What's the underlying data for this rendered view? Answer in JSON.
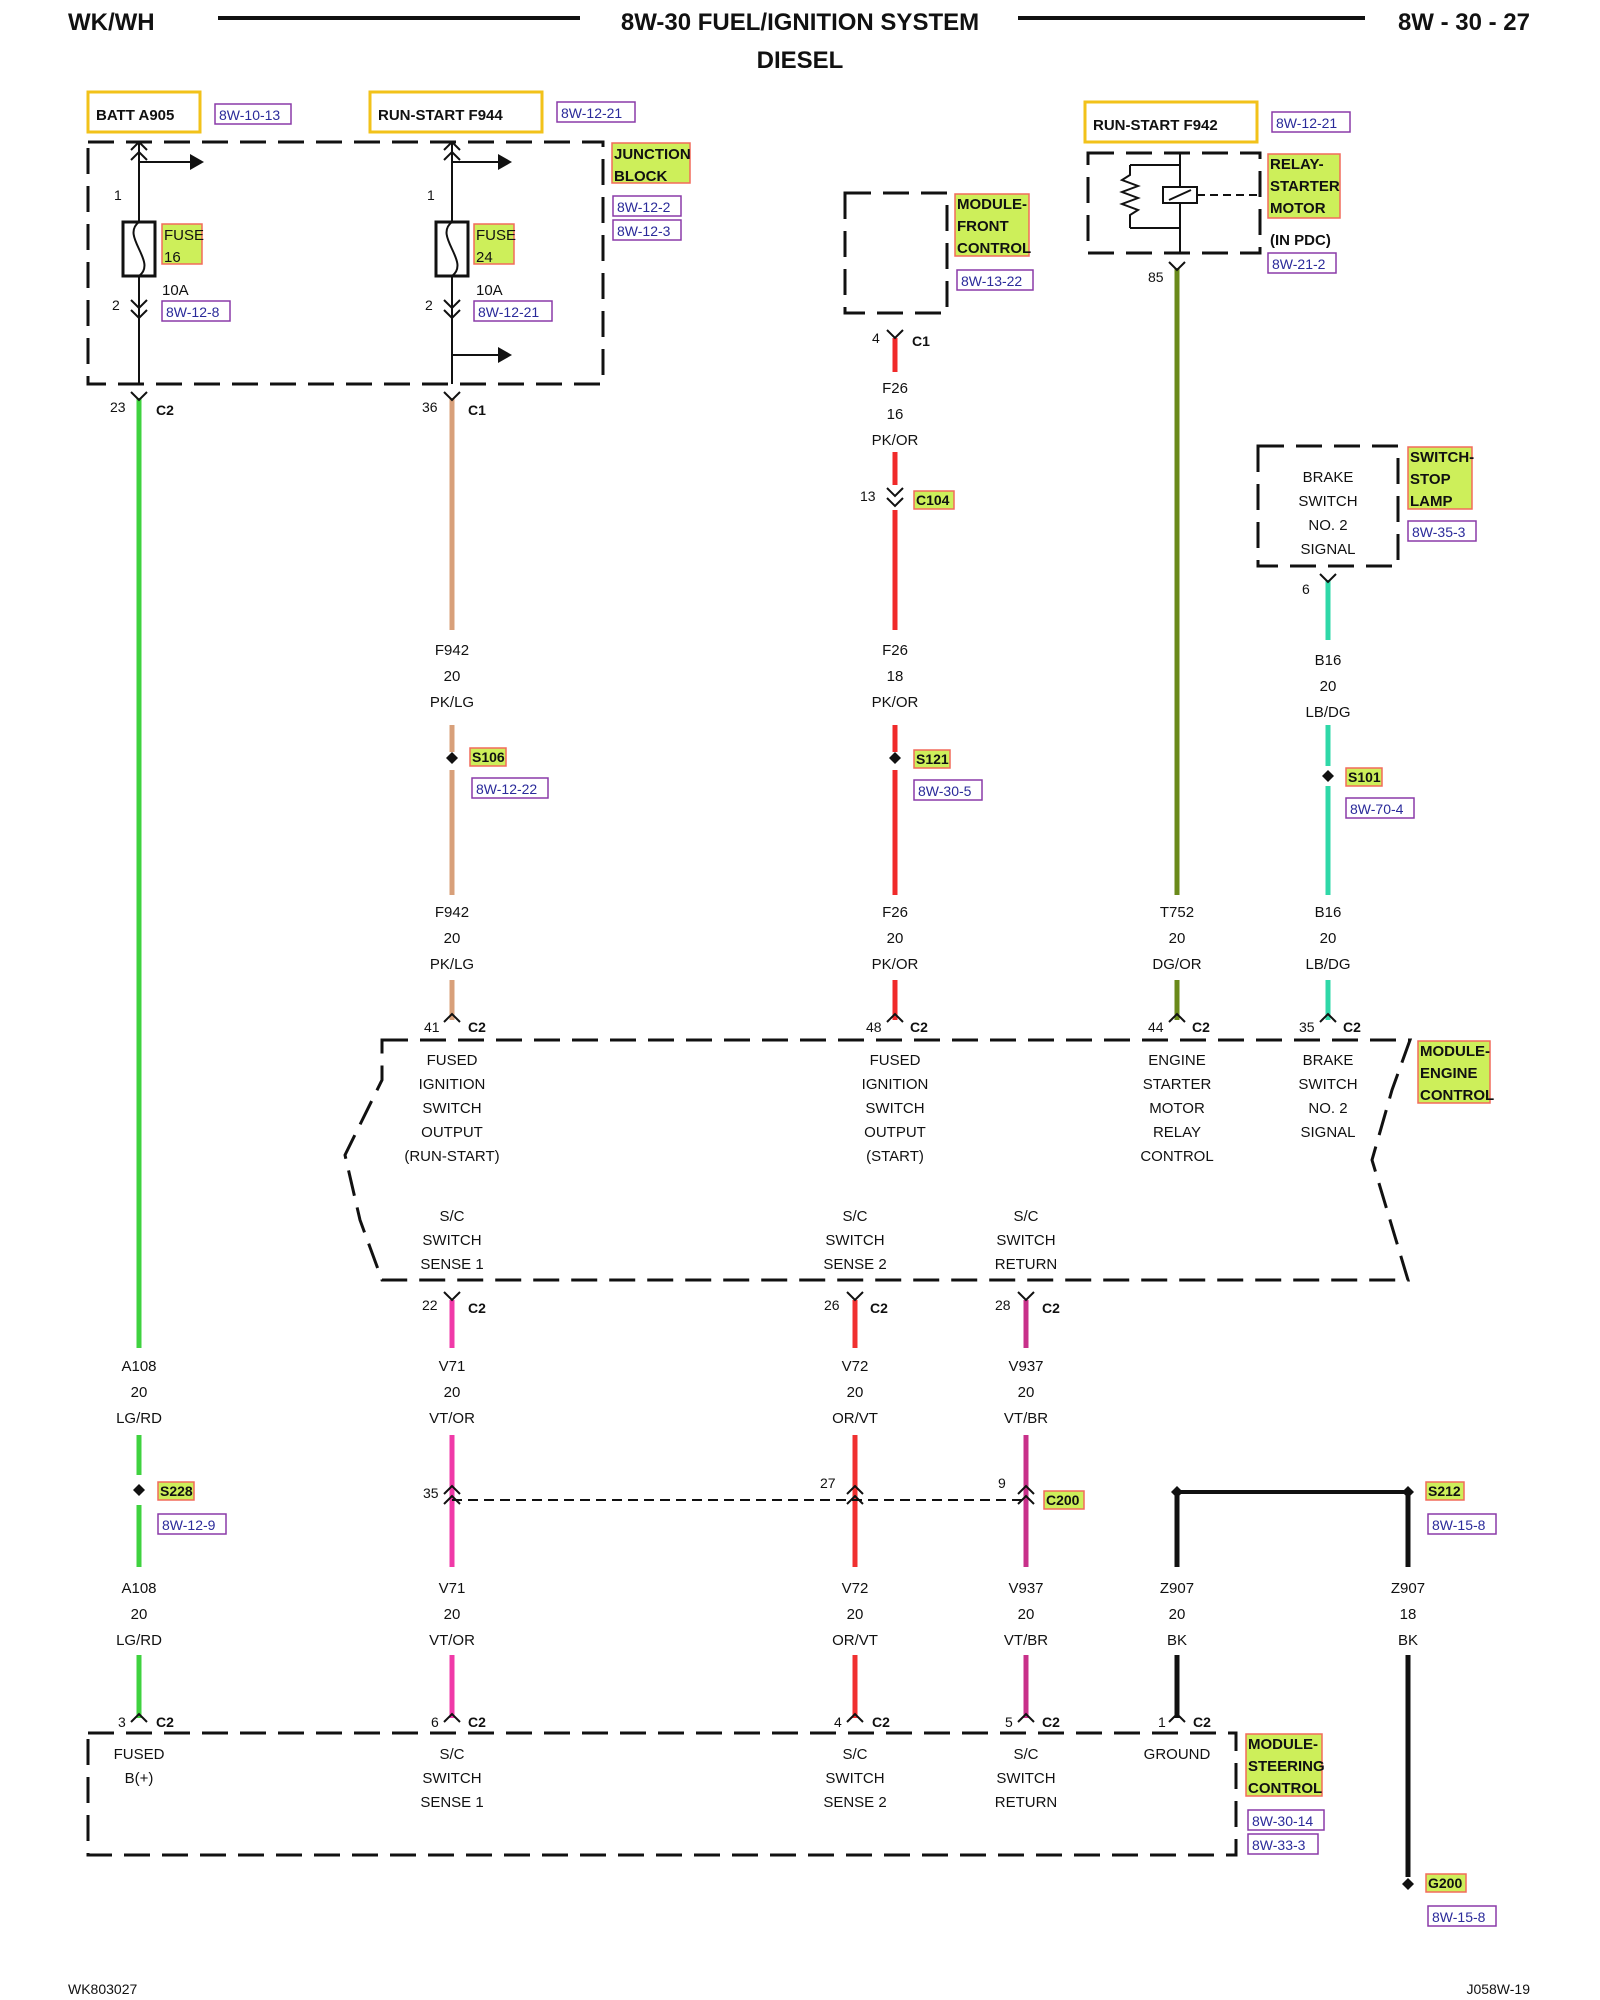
{
  "header": {
    "left": "WK/WH",
    "title": "8W-30 FUEL/IGNITION SYSTEM",
    "subtitle": "DIESEL",
    "page": "8W - 30 - 27"
  },
  "footer": {
    "left": "WK803027",
    "right": "J058W-19"
  },
  "sources": {
    "batt": {
      "label": "BATT A905",
      "ref": "8W-10-13"
    },
    "runstart_f944": {
      "label": "RUN-START F944",
      "ref": "8W-12-21"
    },
    "runstart_f942": {
      "label": "RUN-START F942",
      "ref": "8W-12-21"
    }
  },
  "junction_block": {
    "name": [
      "JUNCTION",
      "BLOCK"
    ],
    "refs": [
      "8W-12-2",
      "8W-12-3"
    ],
    "fuse16": {
      "word": "FUSE",
      "num": "16",
      "amp": "10A",
      "ref": "8W-12-8",
      "pin_top": "1",
      "pin_bot": "2"
    },
    "fuse24": {
      "word": "FUSE",
      "num": "24",
      "amp": "10A",
      "ref": "8W-12-21",
      "pin_top": "1",
      "pin_bot": "2"
    }
  },
  "module_front": {
    "name": [
      "MODULE-",
      "FRONT",
      "CONTROL"
    ],
    "ref": "8W-13-22"
  },
  "relay": {
    "name": [
      "RELAY-",
      "STARTER",
      "MOTOR"
    ],
    "note": "(IN PDC)",
    "ref": "8W-21-2",
    "pin": "85"
  },
  "switch_stop": {
    "name": [
      "SWITCH-",
      "STOP",
      "LAMP"
    ],
    "ref": "8W-35-3",
    "text": [
      "BRAKE",
      "SWITCH",
      "NO. 2",
      "SIGNAL"
    ],
    "pin": "6"
  },
  "pins": {
    "jb_23": "23",
    "jb_36": "36",
    "c2": "C2",
    "c1": "C1",
    "mfc_4": "4",
    "c104_13": "13",
    "ecm_41": "41",
    "ecm_48": "48",
    "ecm_44": "44",
    "ecm_35": "35",
    "ecm_22": "22",
    "ecm_26": "26",
    "ecm_28": "28",
    "c200_35": "35",
    "c200_27": "27",
    "c200_9": "9",
    "scm_3": "3",
    "scm_6": "6",
    "scm_4": "4",
    "scm_5": "5",
    "scm_1": "1"
  },
  "splices": {
    "c104": "C104",
    "s106": {
      "name": "S106",
      "ref": "8W-12-22"
    },
    "s121": {
      "name": "S121",
      "ref": "8W-30-5"
    },
    "s101": {
      "name": "S101",
      "ref": "8W-70-4"
    },
    "s228": {
      "name": "S228",
      "ref": "8W-12-9"
    },
    "c200": "C200",
    "s212": {
      "name": "S212",
      "ref": "8W-15-8"
    },
    "g200": {
      "name": "G200",
      "ref": "8W-15-8"
    }
  },
  "wires": {
    "f26_a": [
      "F26",
      "16",
      "PK/OR"
    ],
    "f942_a": [
      "F942",
      "20",
      "PK/LG"
    ],
    "f26_b": [
      "F26",
      "18",
      "PK/OR"
    ],
    "b16_a": [
      "B16",
      "20",
      "LB/DG"
    ],
    "f942_b": [
      "F942",
      "20",
      "PK/LG"
    ],
    "f26_c": [
      "F26",
      "20",
      "PK/OR"
    ],
    "t752": [
      "T752",
      "20",
      "DG/OR"
    ],
    "b16_b": [
      "B16",
      "20",
      "LB/DG"
    ],
    "a108_a": [
      "A108",
      "20",
      "LG/RD"
    ],
    "v71_a": [
      "V71",
      "20",
      "VT/OR"
    ],
    "v72_a": [
      "V72",
      "20",
      "OR/VT"
    ],
    "v937_a": [
      "V937",
      "20",
      "VT/BR"
    ],
    "a108_b": [
      "A108",
      "20",
      "LG/RD"
    ],
    "v71_b": [
      "V71",
      "20",
      "VT/OR"
    ],
    "v72_b": [
      "V72",
      "20",
      "OR/VT"
    ],
    "v937_b": [
      "V937",
      "20",
      "VT/BR"
    ],
    "z907_a": [
      "Z907",
      "20",
      "BK"
    ],
    "z907_b": [
      "Z907",
      "18",
      "BK"
    ]
  },
  "ecm": {
    "name": [
      "MODULE-",
      "ENGINE",
      "CONTROL"
    ],
    "fn1": [
      "FUSED",
      "IGNITION",
      "SWITCH",
      "OUTPUT",
      "(RUN-START)"
    ],
    "fn2": [
      "FUSED",
      "IGNITION",
      "SWITCH",
      "OUTPUT",
      "(START)"
    ],
    "fn3": [
      "ENGINE",
      "STARTER",
      "MOTOR",
      "RELAY",
      "CONTROL"
    ],
    "fn4": [
      "BRAKE",
      "SWITCH",
      "NO. 2",
      "SIGNAL"
    ],
    "fn5": [
      "S/C",
      "SWITCH",
      "SENSE 1"
    ],
    "fn6": [
      "S/C",
      "SWITCH",
      "SENSE 2"
    ],
    "fn7": [
      "S/C",
      "SWITCH",
      "RETURN"
    ]
  },
  "scm": {
    "name": [
      "MODULE-",
      "STEERING",
      "CONTROL"
    ],
    "refs": [
      "8W-30-14",
      "8W-33-3"
    ],
    "fn1": [
      "FUSED",
      "B(+)"
    ],
    "fn2": [
      "S/C",
      "SWITCH",
      "SENSE 1"
    ],
    "fn3": [
      "S/C",
      "SWITCH",
      "SENSE 2"
    ],
    "fn4": [
      "S/C",
      "SWITCH",
      "RETURN"
    ],
    "fn5": [
      "GROUND"
    ]
  },
  "colors": {
    "lg_rd": "#3fd23f",
    "pk_lg": "#d8a07a",
    "pk_or": "#f02a2a",
    "dg_or": "#6a8a1a",
    "lb_dg": "#2fd8a8",
    "vt_or": "#f03aa8",
    "or_vt": "#f03030",
    "vt_br": "#c8308a",
    "bk": "#111111"
  }
}
